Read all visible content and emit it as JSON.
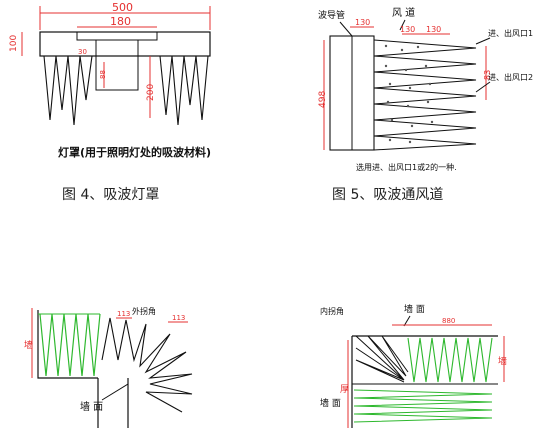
{
  "fig4": {
    "dim_total": "500",
    "dim_inner": "180",
    "dim_height": "100",
    "dim_30": "30",
    "dim_88": "88",
    "dim_200": "200",
    "label": "灯罩(用于照明灯处的吸波材料)",
    "caption": "图 4、吸波灯罩"
  },
  "fig5": {
    "waveguide_label": "波导管",
    "duct_label": "风 道",
    "dim_130_top": "130",
    "dim_130_a": "130",
    "dim_130_b": "130",
    "dim_498": "498",
    "dim_83": "83",
    "port1_label": "进、出风口1",
    "port2_label": "进、出风口2",
    "note": "选用进、出风口1或2的一种.",
    "caption": "图 5、吸波通风道"
  },
  "fig6": {
    "corner_label": "外拐角",
    "dim_a": "113",
    "dim_b": "113",
    "height_label": "墙",
    "wall_label": "墙 面"
  },
  "fig7": {
    "corner_label": "内拐角",
    "wall_top_label": "墙 面",
    "dim_top": "880",
    "dim_right": "墙",
    "dim_left": "厚",
    "wall_left_label": "墙 面"
  }
}
